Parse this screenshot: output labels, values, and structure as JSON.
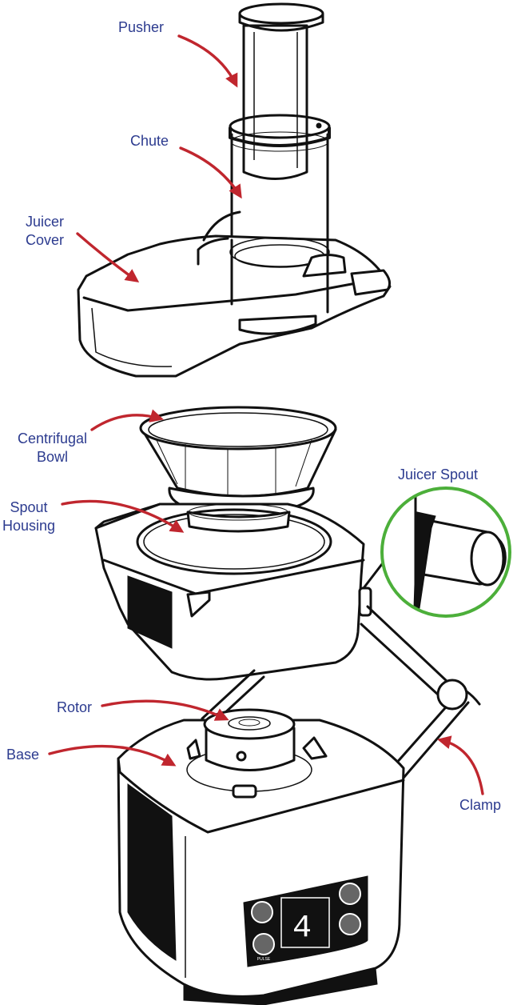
{
  "labels": {
    "pusher": "Pusher",
    "chute": "Chute",
    "juicer_cover_line1": "Juicer",
    "juicer_cover_line2": "Cover",
    "centrifugal_bowl_line1": "Centrifugal",
    "centrifugal_bowl_line2": "Bowl",
    "juicer_spout": "Juicer Spout",
    "spout_housing_line1": "Spout",
    "spout_housing_line2": "Housing",
    "rotor": "Rotor",
    "base": "Base",
    "clamp": "Clamp"
  },
  "display": {
    "digit": "4",
    "pulse": "PULSE"
  },
  "colors": {
    "label_text": "#2c3b8f",
    "arrow": "#c0262e",
    "callout_circle": "#4caf3a",
    "outline": "#111111"
  }
}
